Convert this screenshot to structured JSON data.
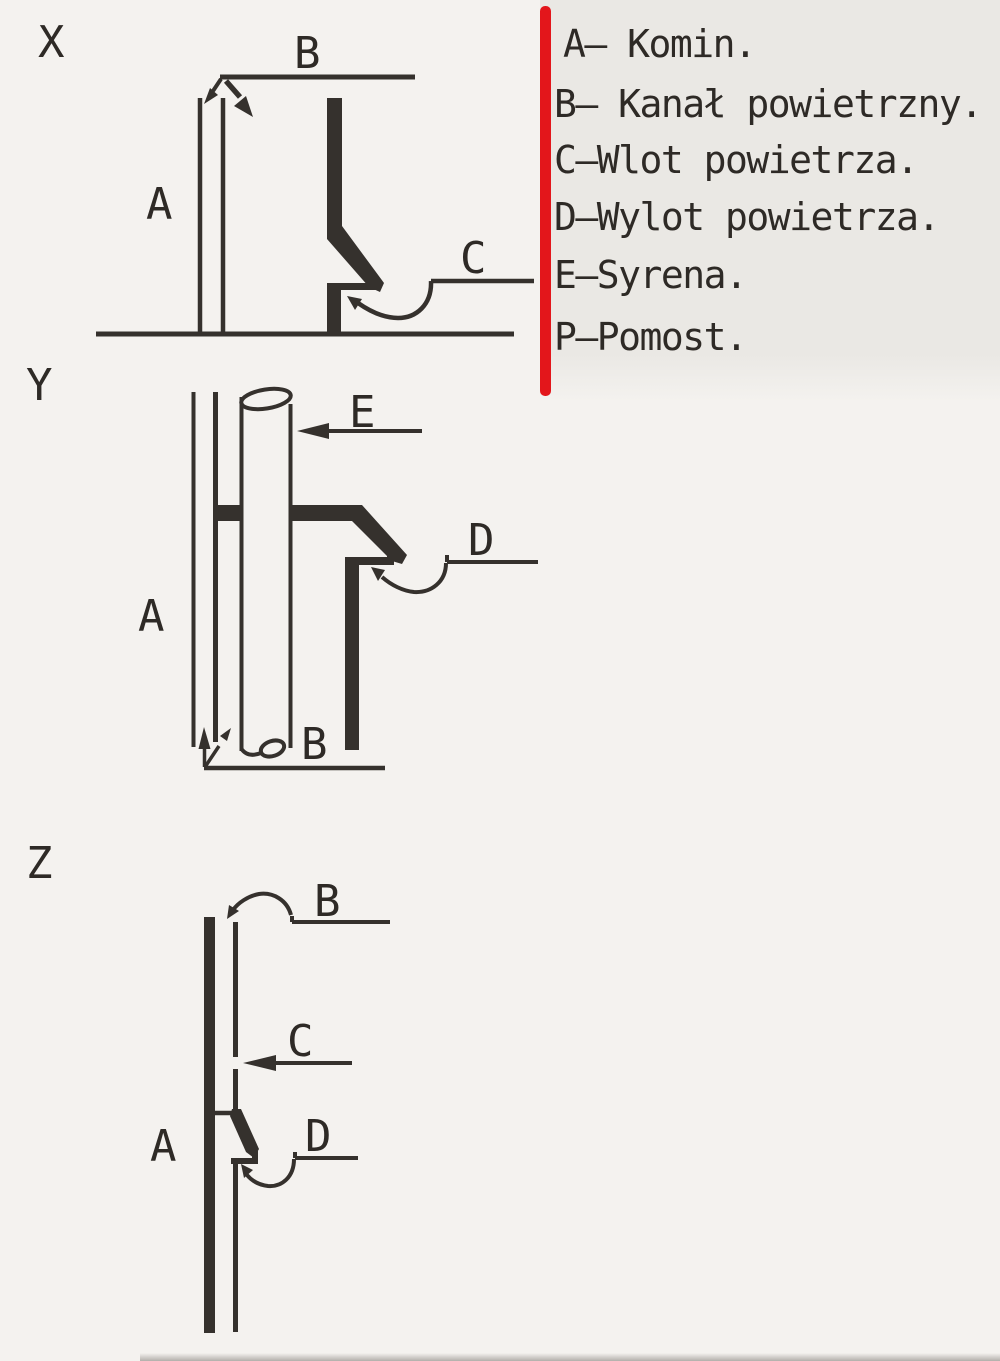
{
  "page": {
    "type": "scanned technical drawing",
    "background_color": "#f4f2ef",
    "ink_color": "#35312d"
  },
  "legend": {
    "background_color": "#eae8e4",
    "divider_color": "#e3161b",
    "items": [
      {
        "key": "A",
        "sep": "—",
        "term": " Komin."
      },
      {
        "key": "B",
        "sep": "—",
        "term": " Kanał powietrzny."
      },
      {
        "key": "C",
        "sep": "—",
        "term": "Wlot powietrza."
      },
      {
        "key": "D",
        "sep": "—",
        "term": "Wylot powietrza."
      },
      {
        "key": "E",
        "sep": "—",
        "term": "Syrena."
      },
      {
        "key": "P",
        "sep": "—",
        "term": "Pomost."
      }
    ]
  },
  "diagrams": {
    "x": {
      "title": "X",
      "labels": {
        "chimney": "A",
        "duct": "B",
        "inlet": "C"
      }
    },
    "y": {
      "title": "Y",
      "labels": {
        "chimney": "A",
        "duct": "B",
        "outlet": "D",
        "siren": "E"
      }
    },
    "z": {
      "title": "Z",
      "labels": {
        "chimney": "A",
        "duct": "B",
        "inlet": "C",
        "outlet": "D"
      }
    }
  }
}
